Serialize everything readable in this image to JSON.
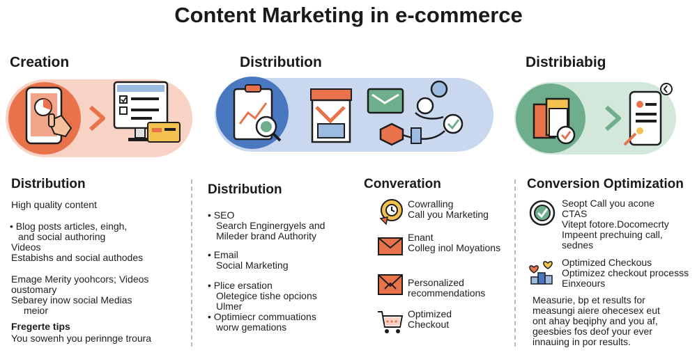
{
  "title": "Content Marketing in e-commerce",
  "stages": [
    {
      "label": "Creation"
    },
    {
      "label": "Distribution"
    },
    {
      "label": "Distribiabig"
    }
  ],
  "col1": {
    "heading": "Distribution",
    "lines": [
      "High quality content",
      "• Blog posts articles, eingh,",
      "and social authoring",
      "Videos",
      "Estabishs and social authodes",
      "Emage Merity yoohcors; Videos",
      "oustomary",
      "Sebarey inow social Medias",
      "meior",
      "Fregerte tips",
      "You sowenh you perinnge troura"
    ]
  },
  "col2": {
    "heading": "Distribution",
    "lines": [
      "• SEO",
      "Search Enginergyels and",
      "Mileder brand Authority",
      "• Email",
      "Social Marketing",
      "• Plice ersation",
      "Oletegice tishe opcions",
      "Ulmer",
      "• Optimiecr commuations",
      "worw gemations"
    ]
  },
  "col3": {
    "heading": "Converation",
    "items": [
      {
        "icon": "clock-badge-icon",
        "lines": [
          "Cowralling",
          "Call you Marketing"
        ]
      },
      {
        "icon": "envelope-icon",
        "lines": [
          "Enant",
          "Colleg inol Moyations"
        ]
      },
      {
        "icon": "gift-envelope-icon",
        "lines": [
          "Personalized",
          "recommendations"
        ]
      },
      {
        "icon": "shopping-cart-icon",
        "lines": [
          "Optimized",
          "Checkout"
        ]
      }
    ]
  },
  "col4": {
    "heading": "Conversion Optimization",
    "block1": [
      "Seopt Call you acone",
      "CTAS",
      "Vitept fotore.Docomecrty",
      "Impeent prechuing call,",
      "sednes"
    ],
    "block2": [
      "Optimized Checkous",
      "Optimizez checkout processs",
      "Einxeours"
    ],
    "block3": [
      "Measurie, bp et results for",
      "measungi aiere ohecesex eut",
      "ont ahay beqiphy and you af,",
      "geesbies fos deof your ever",
      "innauing in por results."
    ]
  },
  "colors": {
    "creation_band": "#f9d2c6",
    "distribution_band": "#c9d8ee",
    "conversion_band": "#d3e7da",
    "accent_orange": "#e8734a",
    "accent_blue": "#4a78c0",
    "accent_green": "#6fae8c",
    "icon_yellow": "#f2c14e"
  }
}
